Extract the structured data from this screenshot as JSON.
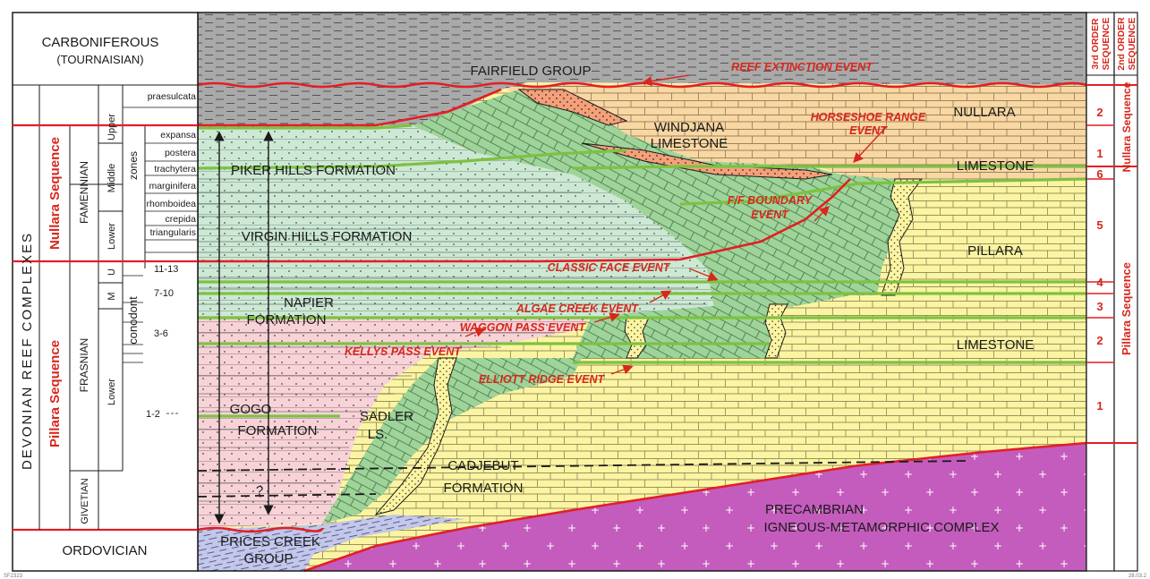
{
  "periods": {
    "carboniferous": "CARBONIFEROUS",
    "tournaisian": "(TOURNAISIAN)",
    "ordovician": "ORDOVICIAN",
    "devonian": "DEVONIAN REEF COMPLEXES"
  },
  "sequences_left": {
    "nullara": "Nullara Sequence",
    "pillara": "Pillara Sequence"
  },
  "stages": {
    "famennian": "FAMENNIAN",
    "frasnian": "FRASNIAN",
    "givetian": "GIVETIAN"
  },
  "substages": {
    "upper": "Upper",
    "middle": "Middle",
    "lower_fam": "Lower",
    "u": "U",
    "m": "M",
    "lower_fra": "Lower"
  },
  "zone_labels": {
    "zones": "zones",
    "conodont": "conodont"
  },
  "zones": [
    "praesulcata",
    "expansa",
    "postera",
    "trachytera",
    "marginifera",
    "rhomboidea",
    "crepida",
    "triangularis"
  ],
  "frasnian_zones": [
    "11-13",
    "7-10",
    "3-6",
    "1-2"
  ],
  "formations": {
    "fairfield": "FAIRFIELD GROUP",
    "windjana1": "WINDJANA",
    "windjana2": "LIMESTONE",
    "nullara1": "NULLARA",
    "nullara2": "LIMESTONE",
    "piker": "PIKER HILLS FORMATION",
    "virgin": "VIRGIN HILLS FORMATION",
    "napier1": "NAPIER",
    "napier2": "FORMATION",
    "pillara1": "PILLARA",
    "pillara2": "LIMESTONE",
    "gogo1": "GOGO",
    "gogo2": "FORMATION",
    "sadler1": "SADLER",
    "sadler2": "LS.",
    "cadjebut1": "CADJEBUT",
    "cadjebut2": "FORMATION",
    "prices1": "PRICES CREEK",
    "prices2": "GROUP",
    "precambrian1": "PRECAMBRIAN",
    "precambrian2": "IGNEOUS-METAMORPHIC COMPLEX",
    "question": "?"
  },
  "events": {
    "reef_extinction": "REEF EXTINCTION EVENT",
    "horseshoe1": "HORSESHOE RANGE",
    "horseshoe2": "EVENT",
    "ff1": "F/F BOUNDARY",
    "ff2": "EVENT",
    "classic": "CLASSIC FACE EVENT",
    "algae": "ALGAE CREEK EVENT",
    "waggon": "WAGGON PASS EVENT",
    "kellys": "KELLYS PASS EVENT",
    "elliott": "ELLIOTT RIDGE EVENT"
  },
  "headers": {
    "third1": "3rd ORDER",
    "third2": "SEQUENCE",
    "second1": "2nd ORDER",
    "second2": "SEQUENCE"
  },
  "third_order": [
    "2",
    "1",
    "6",
    "5",
    "4",
    "3",
    "2",
    "1"
  ],
  "second_order": {
    "nullara": "Nullara Sequence",
    "pillara": "Pillara Sequence"
  },
  "footer": {
    "left": "SF2323",
    "right": "28.03.2"
  },
  "colors": {
    "fairfield": "#a9a9a9",
    "nullara": "#f9d7a3",
    "pillara": "#fbf4a3",
    "slope": "#9ed49a",
    "basin_upper": "#cde8d5",
    "basin_lower": "#f7d3d8",
    "precambrian": "#c45cbd",
    "prices": "#c3c7ea",
    "red_line": "#e31e24",
    "green_line": "#7cc242"
  }
}
